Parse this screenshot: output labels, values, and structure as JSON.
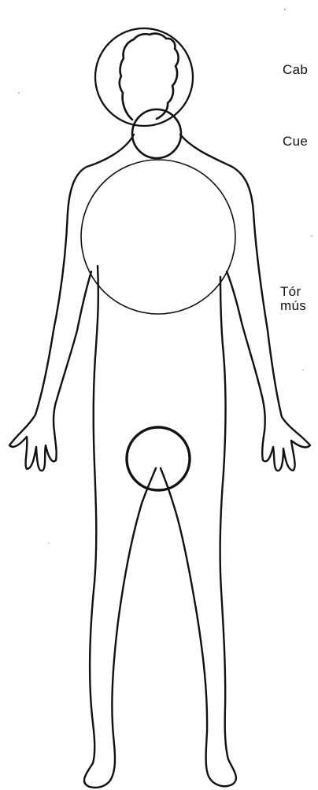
{
  "labels": {
    "head": "Cab",
    "neck": "Cue",
    "torso_line1": "Tór",
    "torso_line2": "mús"
  },
  "colors": {
    "ink": "#111111",
    "background": "#ffffff"
  }
}
